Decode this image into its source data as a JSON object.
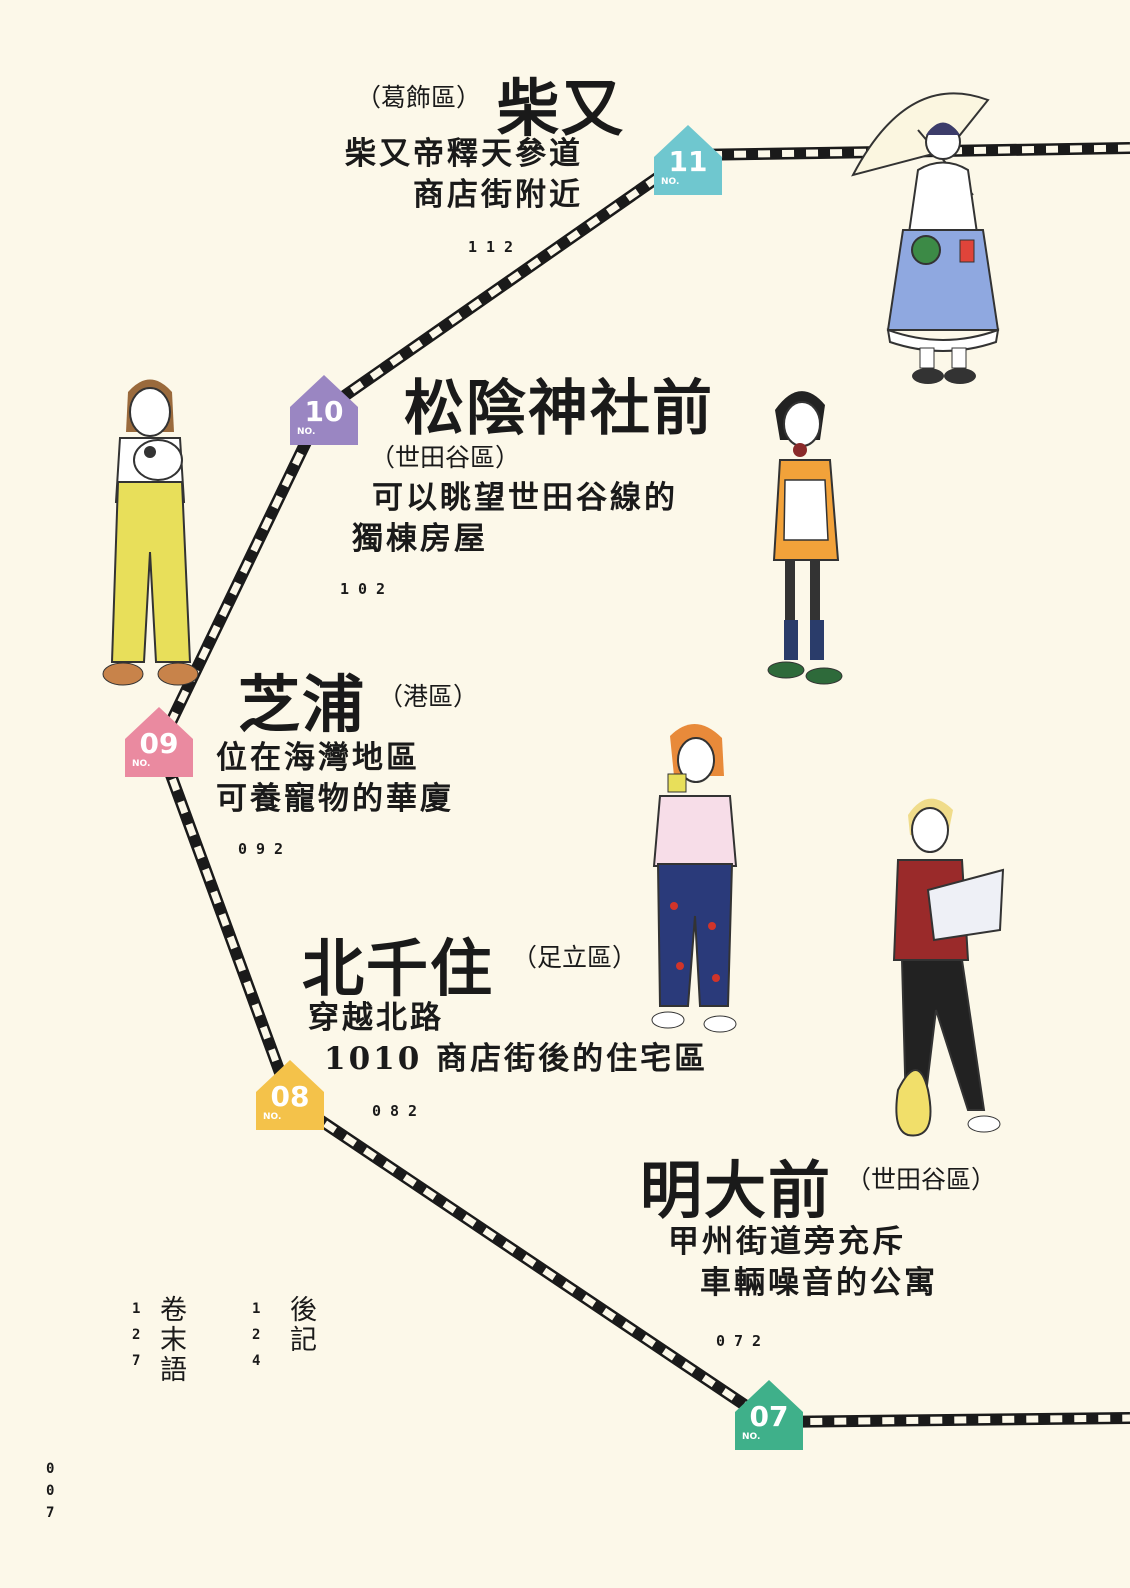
{
  "stations": [
    {
      "no": "11",
      "name": "柴又",
      "ward": "（葛飾區）",
      "desc": [
        "柴又帝釋天參道",
        "商店街附近"
      ],
      "page": "112",
      "color": "#6fc7cf"
    },
    {
      "no": "10",
      "name": "松陰神社前",
      "ward": "（世田谷區）",
      "desc": [
        "可以眺望世田谷線的",
        "獨棟房屋"
      ],
      "page": "102",
      "color": "#9a86c2"
    },
    {
      "no": "09",
      "name": "芝浦",
      "ward": "（港區）",
      "desc": [
        "位在海灣地區",
        "可養寵物的華廈"
      ],
      "page": "092",
      "color": "#ea8aa0"
    },
    {
      "no": "08",
      "name": "北千住",
      "ward": "（足立區）",
      "desc": [
        "穿越北路",
        "1010 商店街後的住宅區"
      ],
      "page": "082",
      "color": "#f4c24a"
    },
    {
      "no": "07",
      "name": "明大前",
      "ward": "（世田谷區）",
      "desc": [
        "甲州街道旁充斥",
        "車輛噪音的公寓"
      ],
      "page": "072",
      "color": "#3fb08a"
    }
  ],
  "badge_prefix": "NO.",
  "back_matter": [
    {
      "label": [
        "卷",
        "末",
        "語"
      ],
      "page": [
        "1",
        "2",
        "7"
      ]
    },
    {
      "label": [
        "後",
        "記"
      ],
      "page": [
        "1",
        "2",
        "4"
      ]
    }
  ],
  "folio": [
    "0",
    "0",
    "7"
  ]
}
